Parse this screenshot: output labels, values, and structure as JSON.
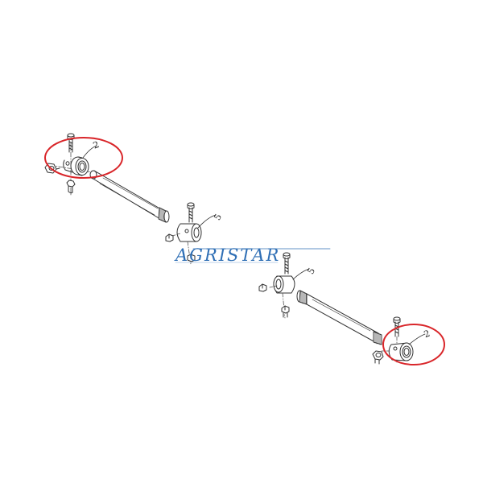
{
  "callouts": [
    {
      "id": "left-bushing",
      "label": "2"
    },
    {
      "id": "left-bracket",
      "label": "5"
    },
    {
      "id": "right-bracket",
      "label": "5"
    },
    {
      "id": "right-bushing",
      "label": "2"
    }
  ],
  "brand": {
    "text": "AGRISTAR",
    "color": "#2f6fb5"
  },
  "highlight_color": "#d9262a"
}
